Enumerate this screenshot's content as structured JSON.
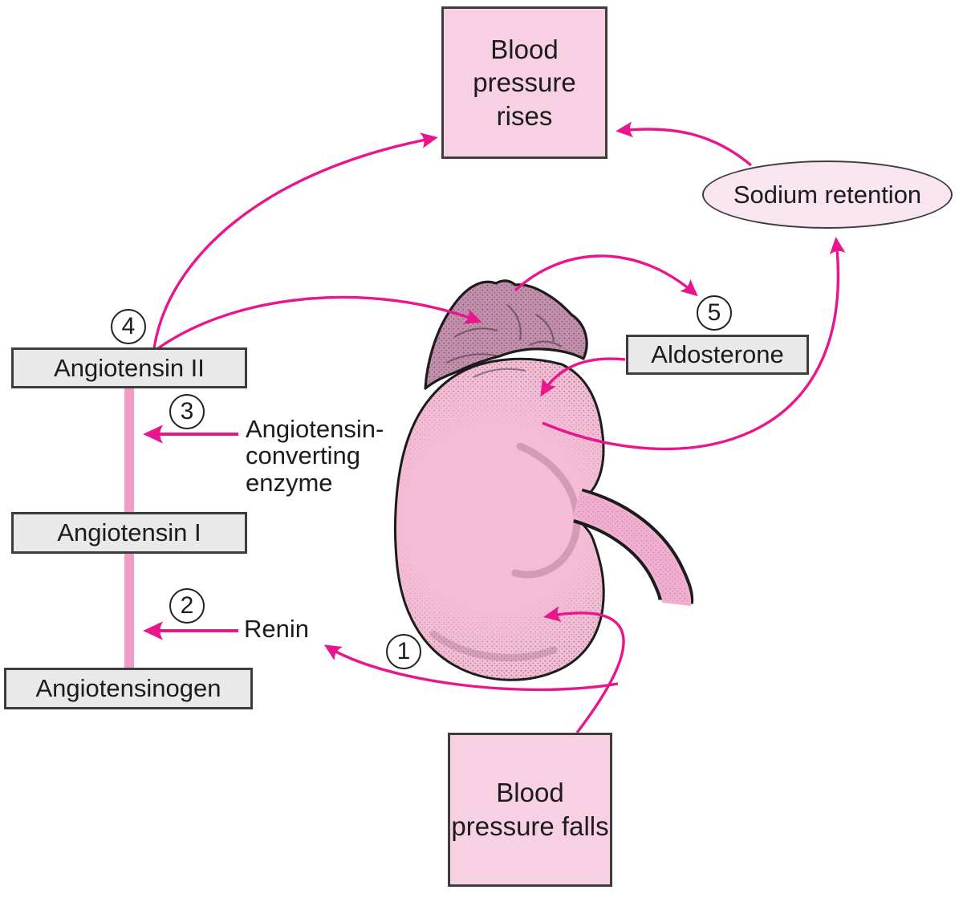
{
  "colors": {
    "arrow": "#e9158d",
    "pink_fill": "#f7d0e3",
    "ellipse_fill": "#f9e5f0",
    "gray_fill": "#e9e9e9",
    "border_dark": "#3d3d3d",
    "ink": "#1c1c1c",
    "kidney_fill": "#f4bcd5",
    "tube_fill": "#f2aed0",
    "adrenal_fill": "#c38fac",
    "bar_pink": "#f09cc6"
  },
  "nodes": {
    "bp_rises": {
      "label": "Blood pressure rises"
    },
    "sodium_retention": {
      "label": "Sodium retention"
    },
    "angiotensin_ii": {
      "label": "Angiotensin II"
    },
    "angiotensin_i": {
      "label": "Angiotensin I"
    },
    "angiotensinogen": {
      "label": "Angiotensinogen"
    },
    "aldosterone": {
      "label": "Aldosterone"
    },
    "bp_falls": {
      "label": "Blood pressure falls"
    }
  },
  "labels": {
    "ace_enzyme": "Angiotensin-converting enzyme",
    "renin": "Renin"
  },
  "steps": [
    "1",
    "2",
    "3",
    "4",
    "5"
  ]
}
